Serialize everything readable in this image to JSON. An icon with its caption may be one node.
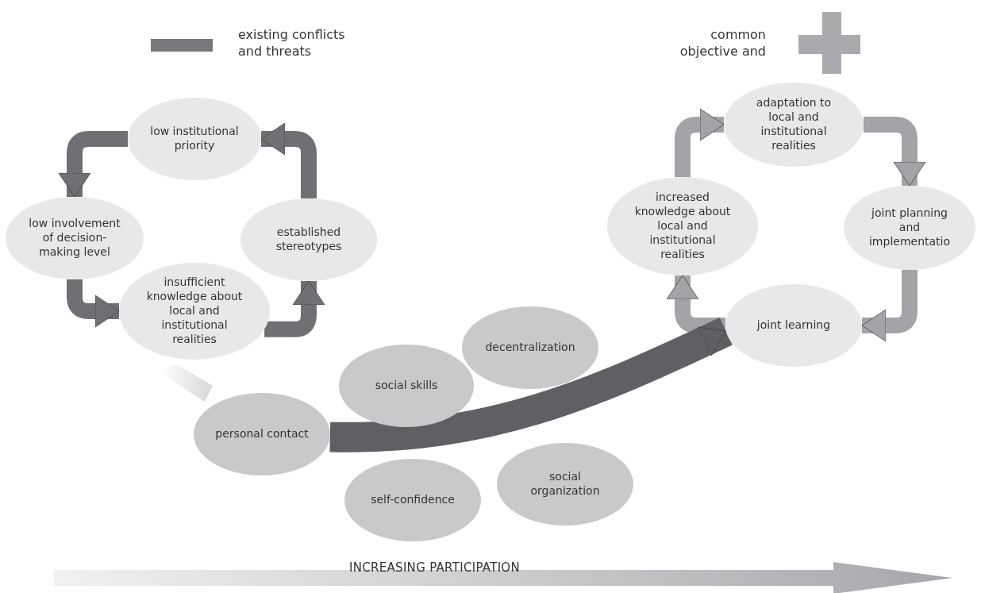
{
  "diagram": {
    "nodes": [
      {
        "text": [
          "low institutional priority"
        ]
      },
      {
        "text": [
          "low involvement of decision-making level"
        ]
      },
      {
        "text": [
          "insufficient knowledge about local and institutional realities"
        ]
      },
      {
        "text": [
          "established stereotypes"
        ]
      },
      {
        "text": [
          "adaptation to local and institutional realities"
        ]
      },
      {
        "text": [
          "joint planning and implementatio"
        ]
      },
      {
        "text": [
          "increased knowledge about local and institutional realities"
        ]
      },
      {
        "text": [
          "joint learning"
        ]
      },
      {
        "text": [
          "personal contact"
        ]
      },
      {
        "text": [
          "social skills"
        ]
      },
      {
        "text": [
          "decentralization"
        ]
      },
      {
        "text": [
          "self-confidence"
        ]
      },
      {
        "text": [
          "social organization"
        ]
      }
    ],
    "edges": [
      {
        "from": 0,
        "to": 1,
        "arrow": "to"
      },
      {
        "from": 1,
        "to": 2,
        "arrow": "to"
      },
      {
        "from": 2,
        "to": 3,
        "arrow": "to"
      },
      {
        "from": 3,
        "to": 0,
        "arrow": "to"
      },
      {
        "from": 6,
        "to": 4,
        "arrow": "to",
        "color": "#a3a4a8"
      },
      {
        "from": 4,
        "to": 5,
        "arrow": "to",
        "color": "#a3a4a8"
      },
      {
        "from": 5,
        "to": 7,
        "arrow": "to",
        "color": "#a3a4a8"
      },
      {
        "from": 7,
        "to": 6,
        "arrow": "to",
        "color": "#a3a4a8"
      },
      {
        "from": 8,
        "to": 7,
        "arrow": "to",
        "style": "thick",
        "color": "#5f6064"
      }
    ],
    "labels": [
      "INCREASING PARTICIPATION"
    ],
    "legend": [
      {
        "text": "existing conflicts and threats",
        "color": "#77787c"
      },
      {
        "text": "common objective and"
      }
    ]
  }
}
